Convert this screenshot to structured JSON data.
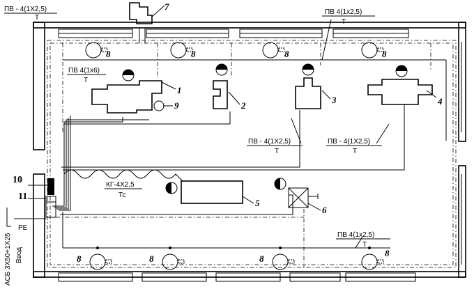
{
  "cables": {
    "feed_top": "ПВ - 4(1Х2,5)",
    "feed_top_sub": "Т",
    "top_right": "ПВ 4(1х2,5)",
    "top_right_sub": "Т",
    "left_bundle": "ПВ 4(1х6)",
    "left_bundle_sub": "Т",
    "mid1": "ПВ - 4(1Х2,5)",
    "mid1_sub": "Т",
    "mid2": "ПВ - 4(1Х2,5)",
    "mid2_sub": "Т",
    "flex": "КГ-4Х2,5",
    "flex_sub": "Тс",
    "bottom_right": "ПВ 4(1х2,5)",
    "bottom_right_sub": "Т"
  },
  "inlet": {
    "cable": "АСБ 3Х50+1Х25",
    "label": "Ввод",
    "pe": "PE"
  },
  "positions": {
    "p1": "1",
    "p2": "2",
    "p3": "3",
    "p4": "4",
    "p5": "5",
    "p6": "6",
    "p7": "7",
    "p8": "8",
    "p9": "9",
    "p10": "10",
    "p11": "11"
  }
}
